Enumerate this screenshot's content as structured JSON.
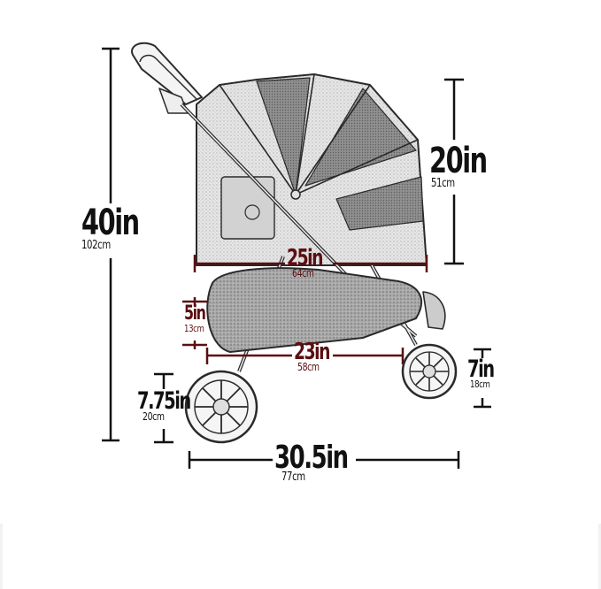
{
  "diagram": {
    "subject": "Pet stroller dimensions",
    "colors": {
      "outer_dimension": "#111111",
      "inner_dimension": "#5a0f12",
      "sketch_line": "#2a2a2a",
      "sketch_fill": "#d8d8d8",
      "canopy_mesh": "#8a8a8a",
      "background": "#ffffff"
    },
    "dimensions": {
      "total_height": {
        "imperial": "40in",
        "metric": "102cm"
      },
      "cabin_height": {
        "imperial": "20in",
        "metric": "51cm"
      },
      "cabin_length": {
        "imperial": "25in",
        "metric": "64cm"
      },
      "basket_height": {
        "imperial": "5in",
        "metric": "13cm"
      },
      "basket_length": {
        "imperial": "23in",
        "metric": "58cm"
      },
      "rear_wheel_diameter": {
        "imperial": "7.75in",
        "metric": "20cm"
      },
      "front_wheel_diameter": {
        "imperial": "7in",
        "metric": "18cm"
      },
      "total_length": {
        "imperial": "30.5in",
        "metric": "77cm"
      }
    }
  }
}
